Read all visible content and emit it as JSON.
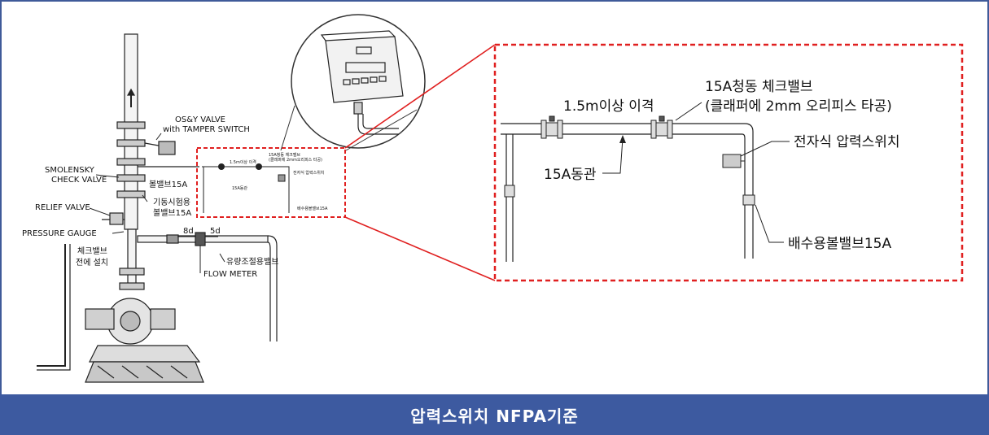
{
  "footer": {
    "title": "압력스위치  NFPA기준"
  },
  "left_labels": {
    "osy_valve_line1": "OS&Y VALVE",
    "osy_valve_line2": "with TAMPER SWITCH",
    "smolensky_line1": "SMOLENSKY",
    "smolensky_line2": "CHECK VALVE",
    "relief_valve": "RELIEF VALVE",
    "pressure_gauge": "PRESSURE GAUGE",
    "check_note_line1": "체크밸브",
    "check_note_line2": "전에 설치",
    "ball_valve": "볼밸브15A",
    "test_ball_line1": "기동시험용",
    "test_ball_line2": "볼밸브15A",
    "dist_8d": "8d",
    "dist_5d": "5d",
    "flow_valve": "유량조절용밸브",
    "flow_meter": "FLOW METER"
  },
  "mini_labels": {
    "check_valve_line1": "15A청동 체크밸브",
    "check_valve_line2": "(클래퍼에 2mm오리피스 타공)",
    "distance": "1.5m이상 이격",
    "pressure_switch": "전자식 압력스위치",
    "copper_pipe": "15A동관",
    "drain_valve": "배수용볼밸브15A"
  },
  "detail_labels": {
    "check_valve_line1": "15A청동 체크밸브",
    "check_valve_line2": "(클래퍼에 2mm 오리피스 타공)",
    "distance": "1.5m이상 이격",
    "pressure_switch": "전자식 압력스위치",
    "copper_pipe": "15A동관",
    "drain_valve": "배수용볼밸브15A"
  },
  "colors": {
    "footer_bg": "#3d5aa0",
    "frame": "#3f5a99",
    "callout": "#e02020"
  }
}
